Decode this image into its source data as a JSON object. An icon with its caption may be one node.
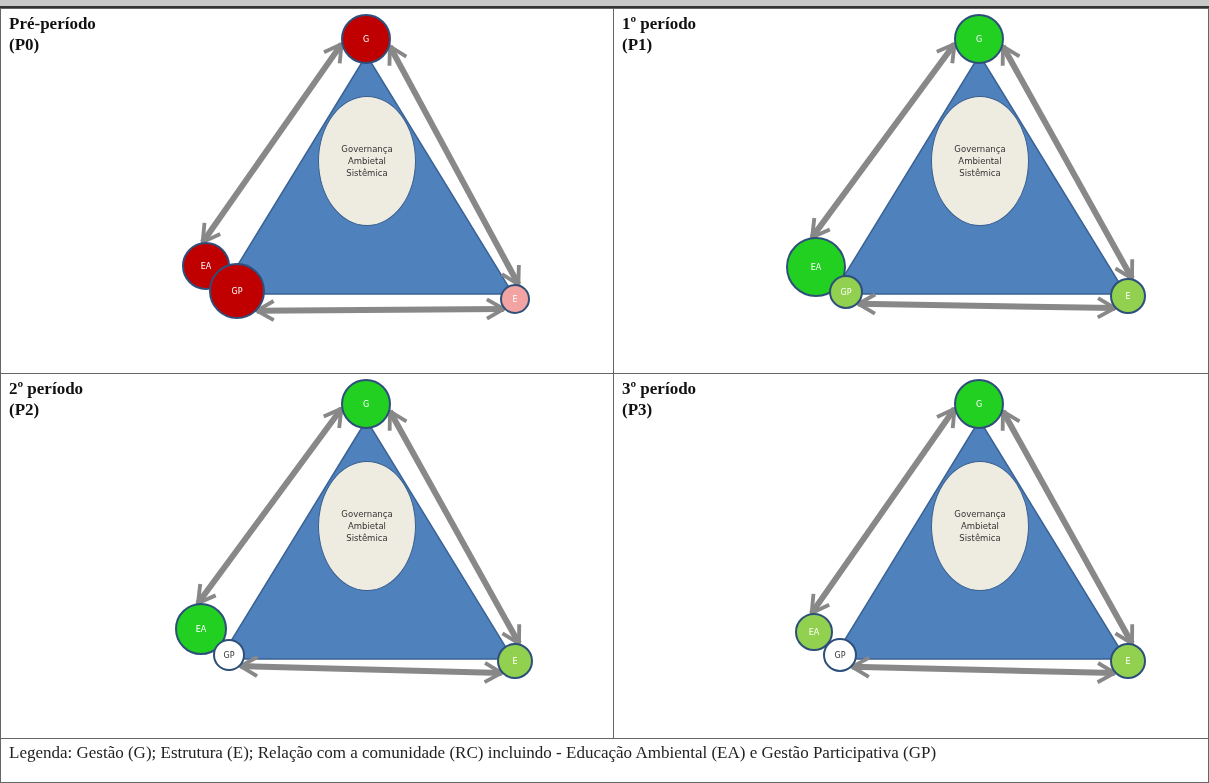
{
  "diagram": {
    "nodes": [
      {
        "text": [
          "Pré-período (P0)"
        ]
      },
      {
        "text": [],
        "shape": "triangle",
        "in": 0
      },
      {
        "text": [
          "Governança Ambietal Sistêmica"
        ],
        "in": 1
      },
      {
        "text": [
          "G"
        ],
        "in": 0
      },
      {
        "text": [
          "EA"
        ],
        "in": 0
      },
      {
        "text": [
          "GP"
        ],
        "in": 0
      },
      {
        "text": [
          "E"
        ],
        "in": 0
      },
      {
        "text": [
          "1º período (P1)"
        ]
      },
      {
        "text": [],
        "shape": "triangle",
        "in": 7
      },
      {
        "text": [
          "Governança Ambiental Sistêmica"
        ],
        "in": 8
      },
      {
        "text": [
          "G"
        ],
        "in": 7
      },
      {
        "text": [
          "EA"
        ],
        "in": 7
      },
      {
        "text": [
          "GP"
        ],
        "in": 7
      },
      {
        "text": [
          "E"
        ],
        "in": 7
      },
      {
        "text": [
          "2º período (P2)"
        ]
      },
      {
        "text": [],
        "shape": "triangle",
        "in": 14
      },
      {
        "text": [
          "Governança Ambietal Sistêmica"
        ],
        "in": 15
      },
      {
        "text": [
          "G"
        ],
        "in": 14
      },
      {
        "text": [
          "EA"
        ],
        "in": 14
      },
      {
        "text": [
          "GP"
        ],
        "in": 14
      },
      {
        "text": [
          "E"
        ],
        "in": 14
      },
      {
        "text": [
          "3º período (P3)"
        ]
      },
      {
        "text": [],
        "shape": "triangle",
        "in": 21
      },
      {
        "text": [
          "Governança Ambietal Sistêmica"
        ],
        "in": 22
      },
      {
        "text": [
          "G"
        ],
        "in": 21
      },
      {
        "text": [
          "EA"
        ],
        "in": 21
      },
      {
        "text": [
          "GP"
        ],
        "in": 21
      },
      {
        "text": [
          "E"
        ],
        "in": 21
      }
    ],
    "edges": [
      {
        "from": 3,
        "to": 4,
        "arrow": "both"
      },
      {
        "from": 3,
        "to": 6,
        "arrow": "both"
      },
      {
        "from": 5,
        "to": 6,
        "arrow": "both"
      },
      {
        "from": 10,
        "to": 11,
        "arrow": "both"
      },
      {
        "from": 10,
        "to": 13,
        "arrow": "both"
      },
      {
        "from": 12,
        "to": 13,
        "arrow": "both"
      },
      {
        "from": 17,
        "to": 18,
        "arrow": "both"
      },
      {
        "from": 17,
        "to": 20,
        "arrow": "both"
      },
      {
        "from": 19,
        "to": 20,
        "arrow": "both"
      },
      {
        "from": 24,
        "to": 25,
        "arrow": "both"
      },
      {
        "from": 24,
        "to": 27,
        "arrow": "both"
      },
      {
        "from": 26,
        "to": 27,
        "arrow": "both"
      }
    ],
    "labels": [
      "Legenda: Gestão (G); Estrutura (E); Relação com a comunidade (RC) incluindo - Educação Ambiental (EA) e Gestão Participativa (GP)"
    ]
  }
}
